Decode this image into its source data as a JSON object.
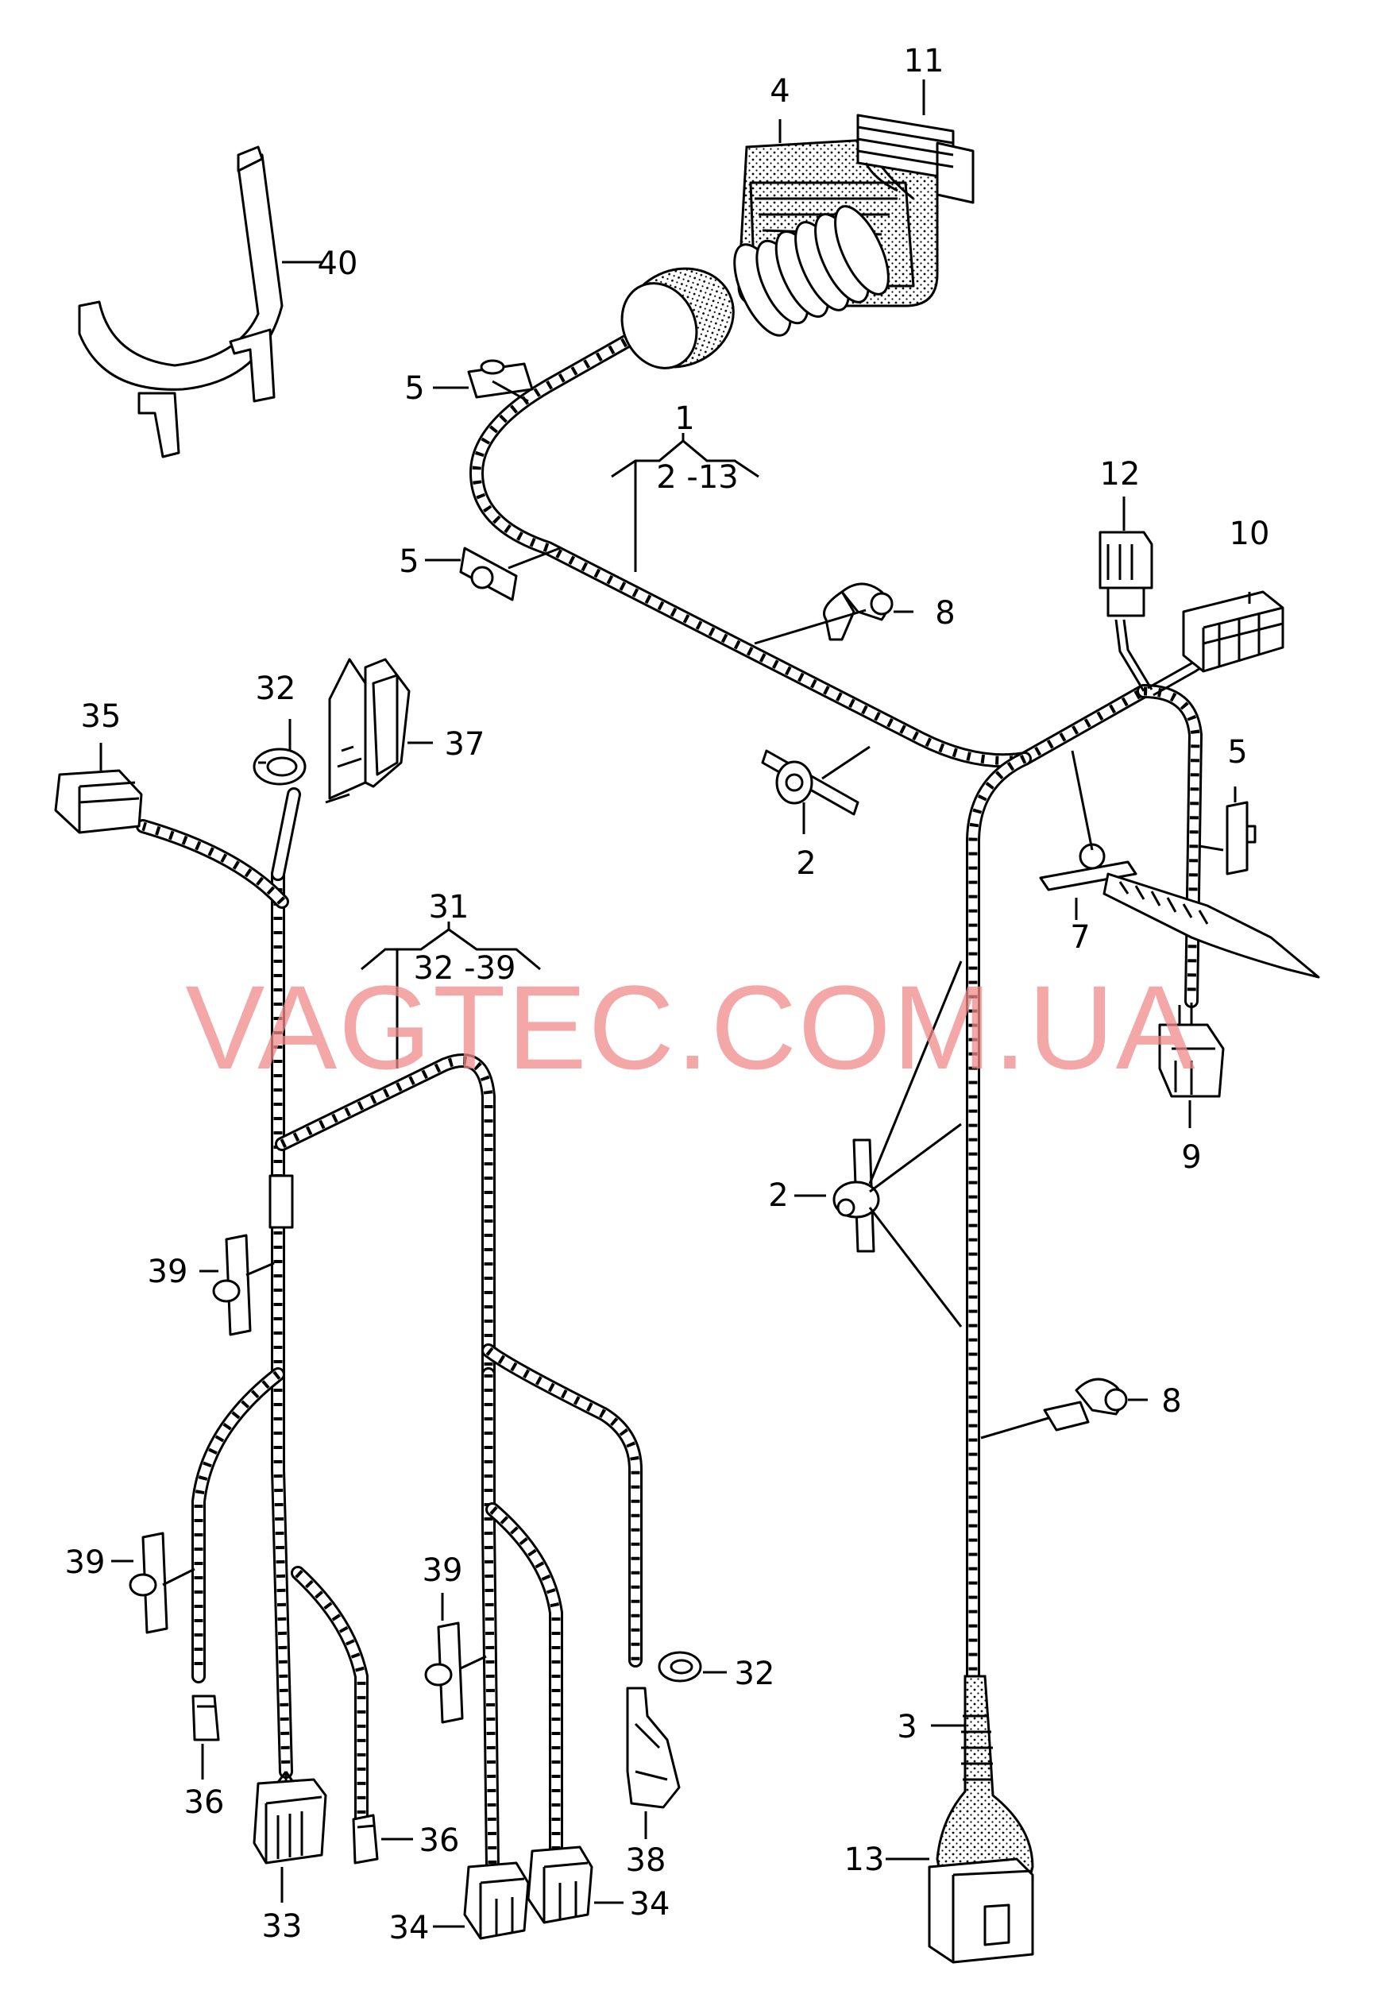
{
  "watermark": "VAGTEC.COM.UA",
  "labels": {
    "l1": "1",
    "r1": "2 -13",
    "l2a": "2",
    "l2b": "2",
    "l3": "3",
    "l4": "4",
    "l5a": "5",
    "l5b": "5",
    "l5c": "5",
    "l7": "7",
    "l8a": "8",
    "l8b": "8",
    "l9": "9",
    "l10": "10",
    "l11": "11",
    "l12": "12",
    "l13": "13",
    "l31": "31",
    "r31": "32 -39",
    "l32a": "32",
    "l32b": "32",
    "l33": "33",
    "l34a": "34",
    "l34b": "34",
    "l35": "35",
    "l36a": "36",
    "l36b": "36",
    "l37": "37",
    "l38": "38",
    "l39a": "39",
    "l39b": "39",
    "l39c": "39",
    "l40": "40"
  }
}
